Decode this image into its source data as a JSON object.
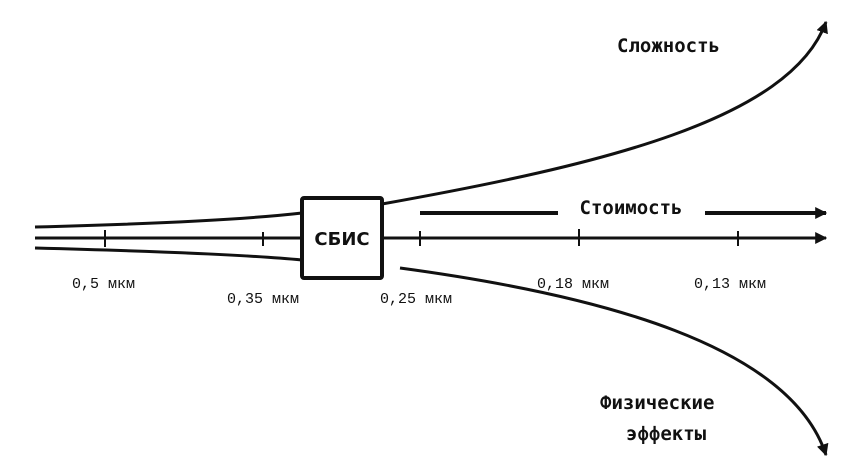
{
  "colors": {
    "ink": "#111111",
    "background": "#ffffff"
  },
  "labels": {
    "complexity": "Сложность",
    "cost": "Стоимость",
    "physical_line1": "Физические",
    "physical_line2": "эффекты",
    "chip": "СБИС"
  },
  "ticks": [
    "0,5 мкм",
    "0,35 мкм",
    "0,25 мкм",
    "0,18 мкм",
    "0,13 мкм"
  ]
}
